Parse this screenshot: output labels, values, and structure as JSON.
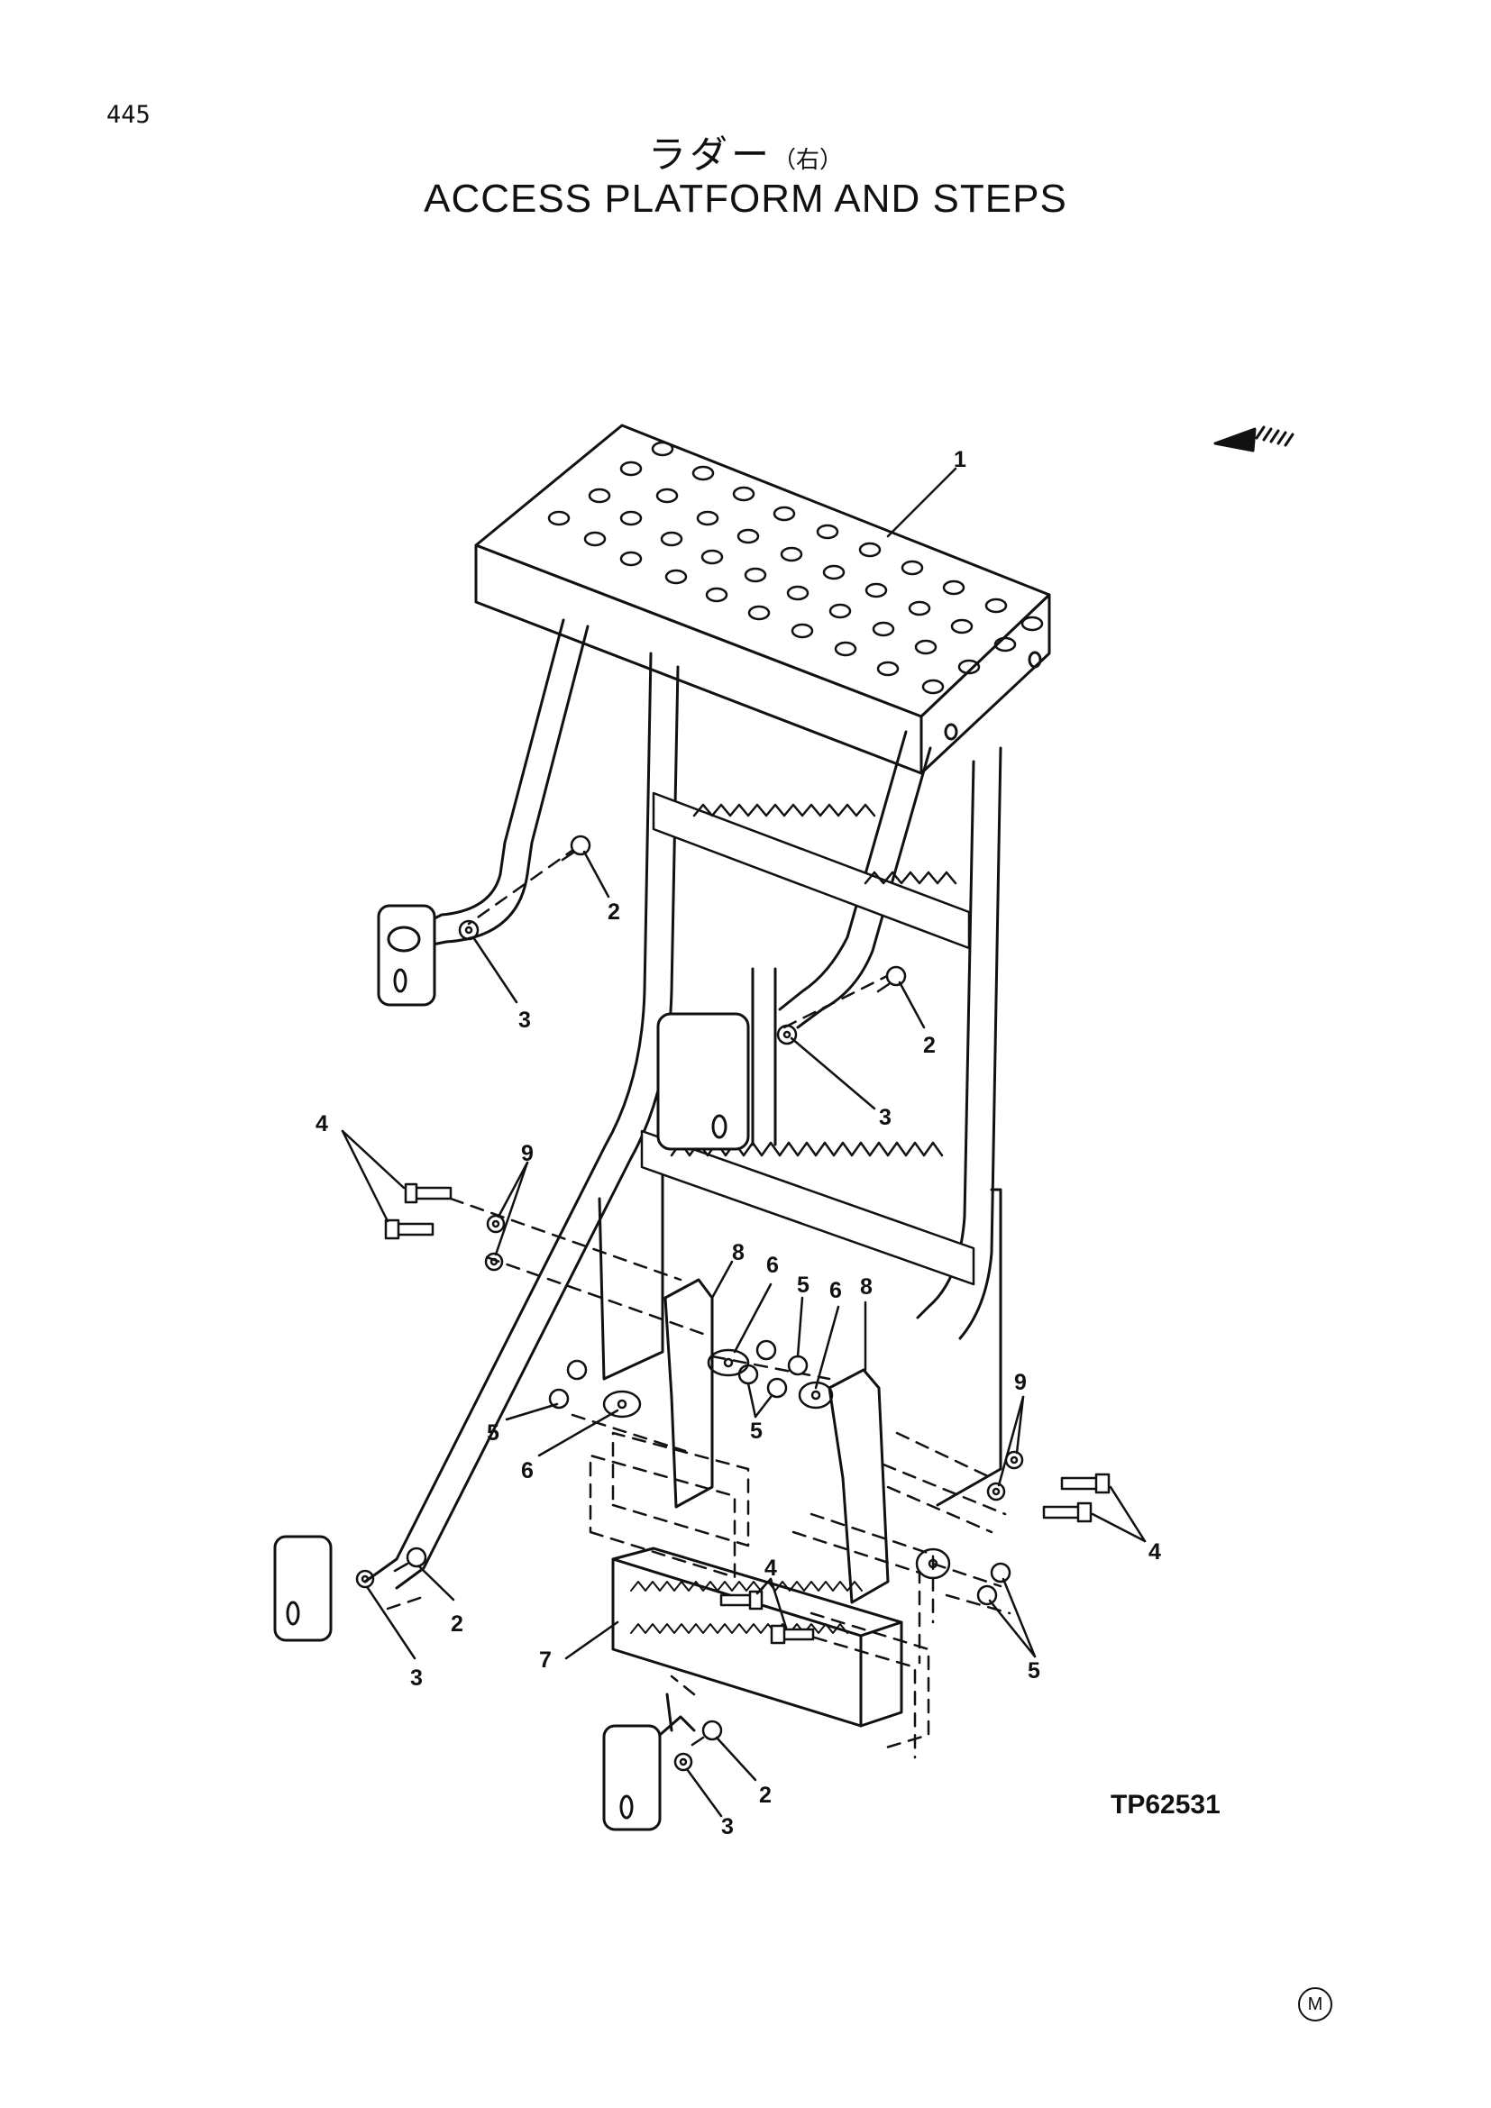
{
  "page": {
    "number": "445"
  },
  "title": {
    "japanese": "ラダー",
    "japanese_suffix": "（右）",
    "english": "ACCESS PLATFORM AND STEPS"
  },
  "drawing_code": "TP62531",
  "marker": "M",
  "callouts": {
    "c1": "1",
    "c2a": "2",
    "c2b": "2",
    "c2c": "2",
    "c2d": "2",
    "c3a": "3",
    "c3b": "3",
    "c3c": "3",
    "c3d": "3",
    "c4a": "4",
    "c4b": "4",
    "c4c": "4",
    "c5a": "5",
    "c5b": "5",
    "c5c": "5",
    "c5d": "5",
    "c6a": "6",
    "c6b": "6",
    "c6c": "6",
    "c7": "7",
    "c8a": "8",
    "c8b": "8",
    "c9a": "9",
    "c9b": "9"
  },
  "icons": {
    "direction_arrow": "front-direction-arrow-icon"
  }
}
